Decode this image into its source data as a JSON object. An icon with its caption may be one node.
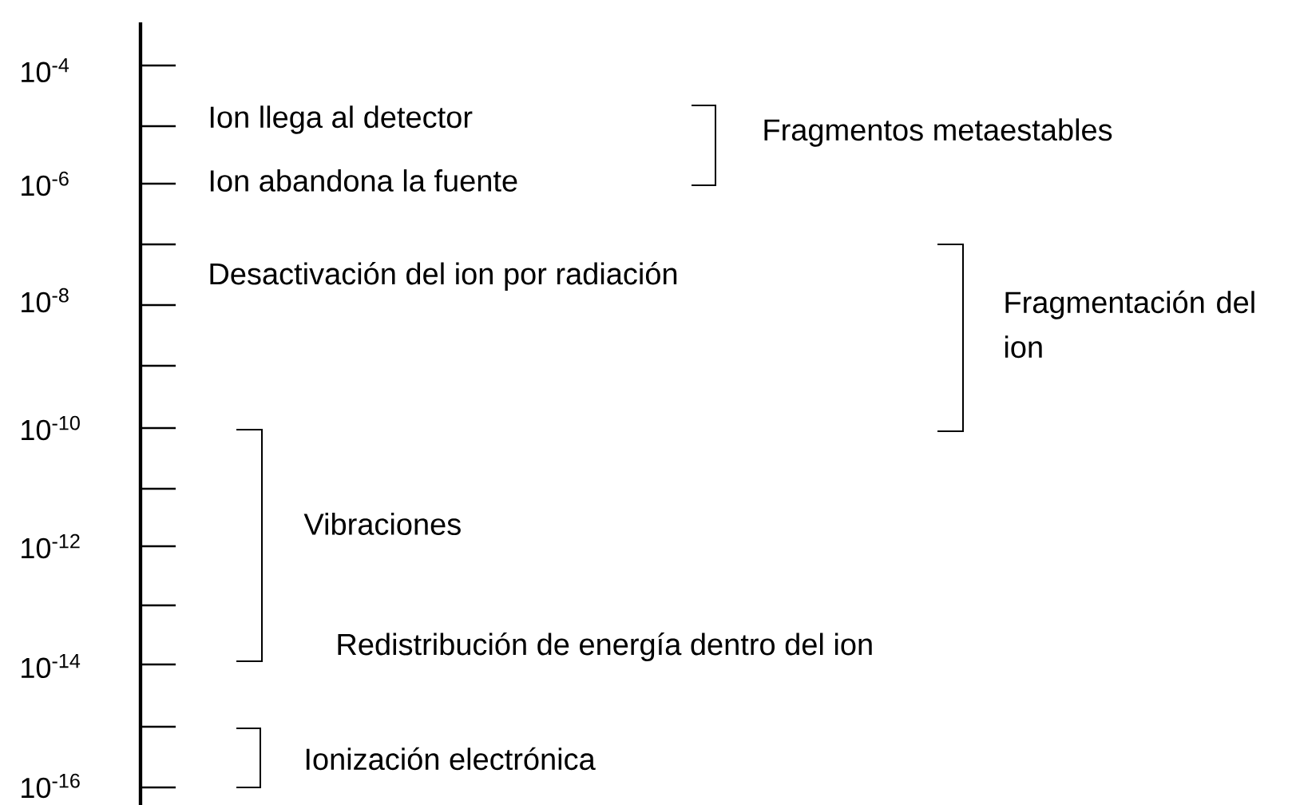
{
  "diagram": {
    "labels": [
      "10$^{-4}$",
      "Ion llega al detector",
      "Fragmentos metaestables",
      "10$^{-6}$",
      "Ion abandona la fuente",
      "Desactivación del ion por radiación",
      "10$^{-8}$",
      "Fragmentación del ion",
      "10$^{-10}$",
      "Vibraciones",
      "10$^{-12}$",
      "Redistribución de energía dentro del ion",
      "10$^{-14}$",
      "Ionización electrónica",
      "10$^{-16}$"
    ]
  }
}
